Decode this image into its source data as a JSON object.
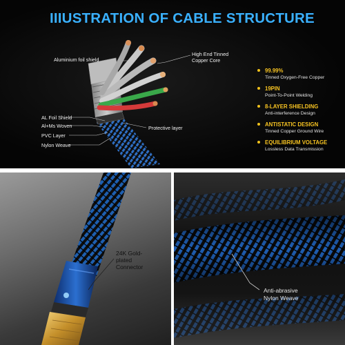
{
  "header": {
    "title": "IIIUSTRATION OF CABLE STRUCTURE"
  },
  "diagram_labels": {
    "aluminium_foil": "Aluminium foil shield",
    "copper_core_line1": "High End Tinned",
    "copper_core_line2": "Copper Core",
    "al_foil_shield": "AL Foil Shield",
    "al_mg_woven": "Al+Ms Woven",
    "pvc_layer": "PVC Layer",
    "nylon_weave": "Nylon Weave",
    "protective_layer": "Protective layer"
  },
  "features": [
    {
      "title": "99.99%",
      "subtitle": "Tinned Oxygen-Free Copper"
    },
    {
      "title": "19PIN",
      "subtitle": "Point-To-Point Welding"
    },
    {
      "title": "8-LAYER SHIELDING",
      "subtitle": "Anti-interference Design"
    },
    {
      "title": "ANTISTATIC DESIGN",
      "subtitle": "Tinned Copper Ground Wire"
    },
    {
      "title": "EQUILIBRIUM VOLTAGE",
      "subtitle": "Lossless Data Transmission"
    }
  ],
  "connector_photo": {
    "label_line1": "24K Gold-",
    "label_line2": "plated",
    "label_line3": "Connector"
  },
  "braid_photo": {
    "label_line1": "Anti-abrasive",
    "label_line2": "Nylon Weave"
  },
  "colors": {
    "title_blue": "#3ab1ff",
    "accent_gold": "#f7c322",
    "braid_blue": "#1e5fb0",
    "connector_gold": "#d8a83a"
  }
}
